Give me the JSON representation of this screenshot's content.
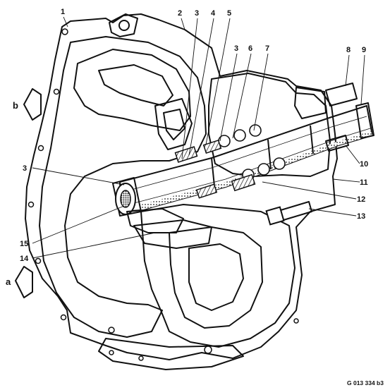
{
  "figure": {
    "part_labels": [
      "1",
      "2",
      "3",
      "4",
      "5",
      "3",
      "6",
      "7",
      "8",
      "9",
      "10",
      "11",
      "12",
      "13",
      "3",
      "15",
      "14"
    ],
    "view_labels": [
      "b",
      "a"
    ],
    "drawing_code": "G 013 334 b3"
  }
}
